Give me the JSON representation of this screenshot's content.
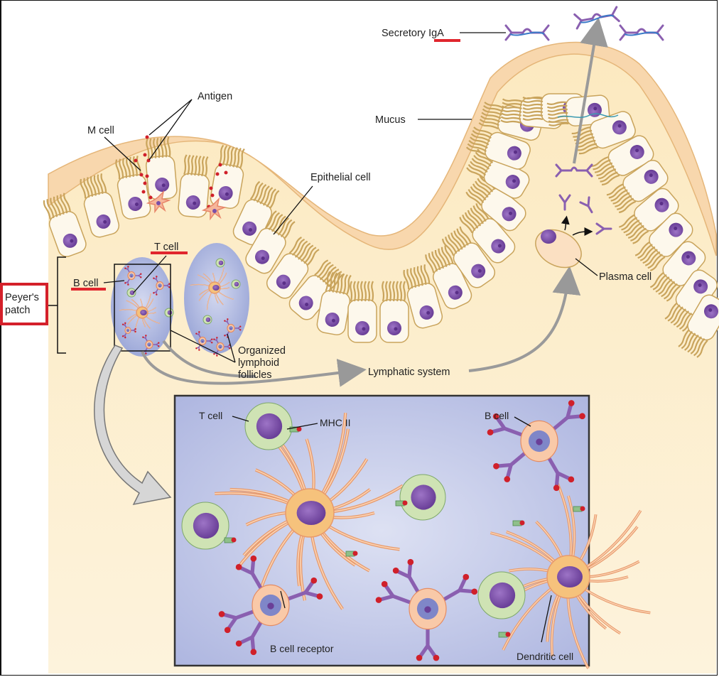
{
  "diagram": {
    "title": "Mucosal immunity in the intestine: Peyer's patch",
    "labels": {
      "secretory_iga": "Secretory IgA",
      "antigen": "Antigen",
      "m_cell": "M cell",
      "mucus": "Mucus",
      "epithelial_cell": "Epithelial cell",
      "t_cell_top": "T cell",
      "b_cell_top": "B cell",
      "peyers_patch_line1": "Peyer's",
      "peyers_patch_line2": "patch",
      "plasma_cell": "Plasma cell",
      "organized_line1": "Organized",
      "organized_line2": "lymphoid",
      "organized_line3": "follicles",
      "lymphatic_system": "Lymphatic system"
    },
    "inset_labels": {
      "t_cell": "T cell",
      "mhc_ii": "MHC II",
      "b_cell": "B cell",
      "b_cell_receptor": "B cell receptor",
      "dendritic_cell": "Dendritic cell"
    },
    "annotations": {
      "highlighted_terms": [
        "IgA",
        "T cell",
        "B cell"
      ],
      "boxed_term": "Peyer's patch",
      "highlight_color": "#e0262e"
    },
    "colors": {
      "tissue": "#fcedc8",
      "mucus": "#f9dcb4",
      "cell_fill": "#fdf8ec",
      "microvilli": "#c9a45c",
      "nucleus": "#7a4fa8",
      "follicle": "#aab4de",
      "inset_bg": "#c2c8e8",
      "t_cell": "#cfe3b4",
      "b_cell": "#f9c9a8",
      "dendritic": "#f6c27c",
      "antibody": "#8a5fb0",
      "antigen_dot": "#d0202a",
      "arrow_gray": "#9a9a9a"
    }
  }
}
